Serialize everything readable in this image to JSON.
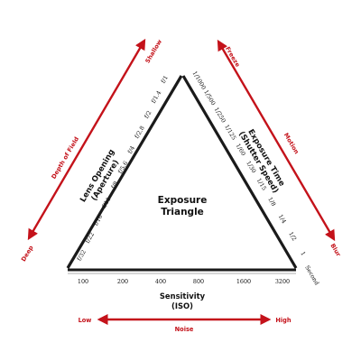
{
  "title": {
    "line1": "Exposure",
    "line2": "Triangle"
  },
  "colors": {
    "accent": "#c4121a",
    "edge_dark": "#1a1a1a",
    "edge_light": "#bdbdbd",
    "text": "#111111"
  },
  "aperture": {
    "label_line1": "Lens Opening",
    "label_line2": "(Aperture)",
    "stops": [
      "f/32",
      "f/22",
      "f/16",
      "f/11",
      "f/8",
      "f/5.6",
      "f/4",
      "f/2.8",
      "f/2",
      "f/1.4",
      "f/1"
    ]
  },
  "shutter": {
    "label_line1": "Exposure Time",
    "label_line2": "(Shutter Speed)",
    "speeds": [
      "1/1000",
      "1/500",
      "1/250",
      "1/125",
      "1/60",
      "1/30",
      "1/15",
      "1/8",
      "1/4",
      "1/2",
      "1"
    ],
    "unit": "Second"
  },
  "iso": {
    "label_line1": "Sensitivity",
    "label_line2": "(ISO)",
    "values": [
      "100",
      "200",
      "400",
      "800",
      "1600",
      "3200"
    ]
  },
  "arrows": {
    "depth": {
      "label": "Depth of Field",
      "from": "Deep",
      "to": "Shallow"
    },
    "motion": {
      "label": "Motion",
      "from": "Freeze",
      "to": "Blur"
    },
    "noise": {
      "label": "Noise",
      "from": "Low",
      "to": "High"
    }
  }
}
